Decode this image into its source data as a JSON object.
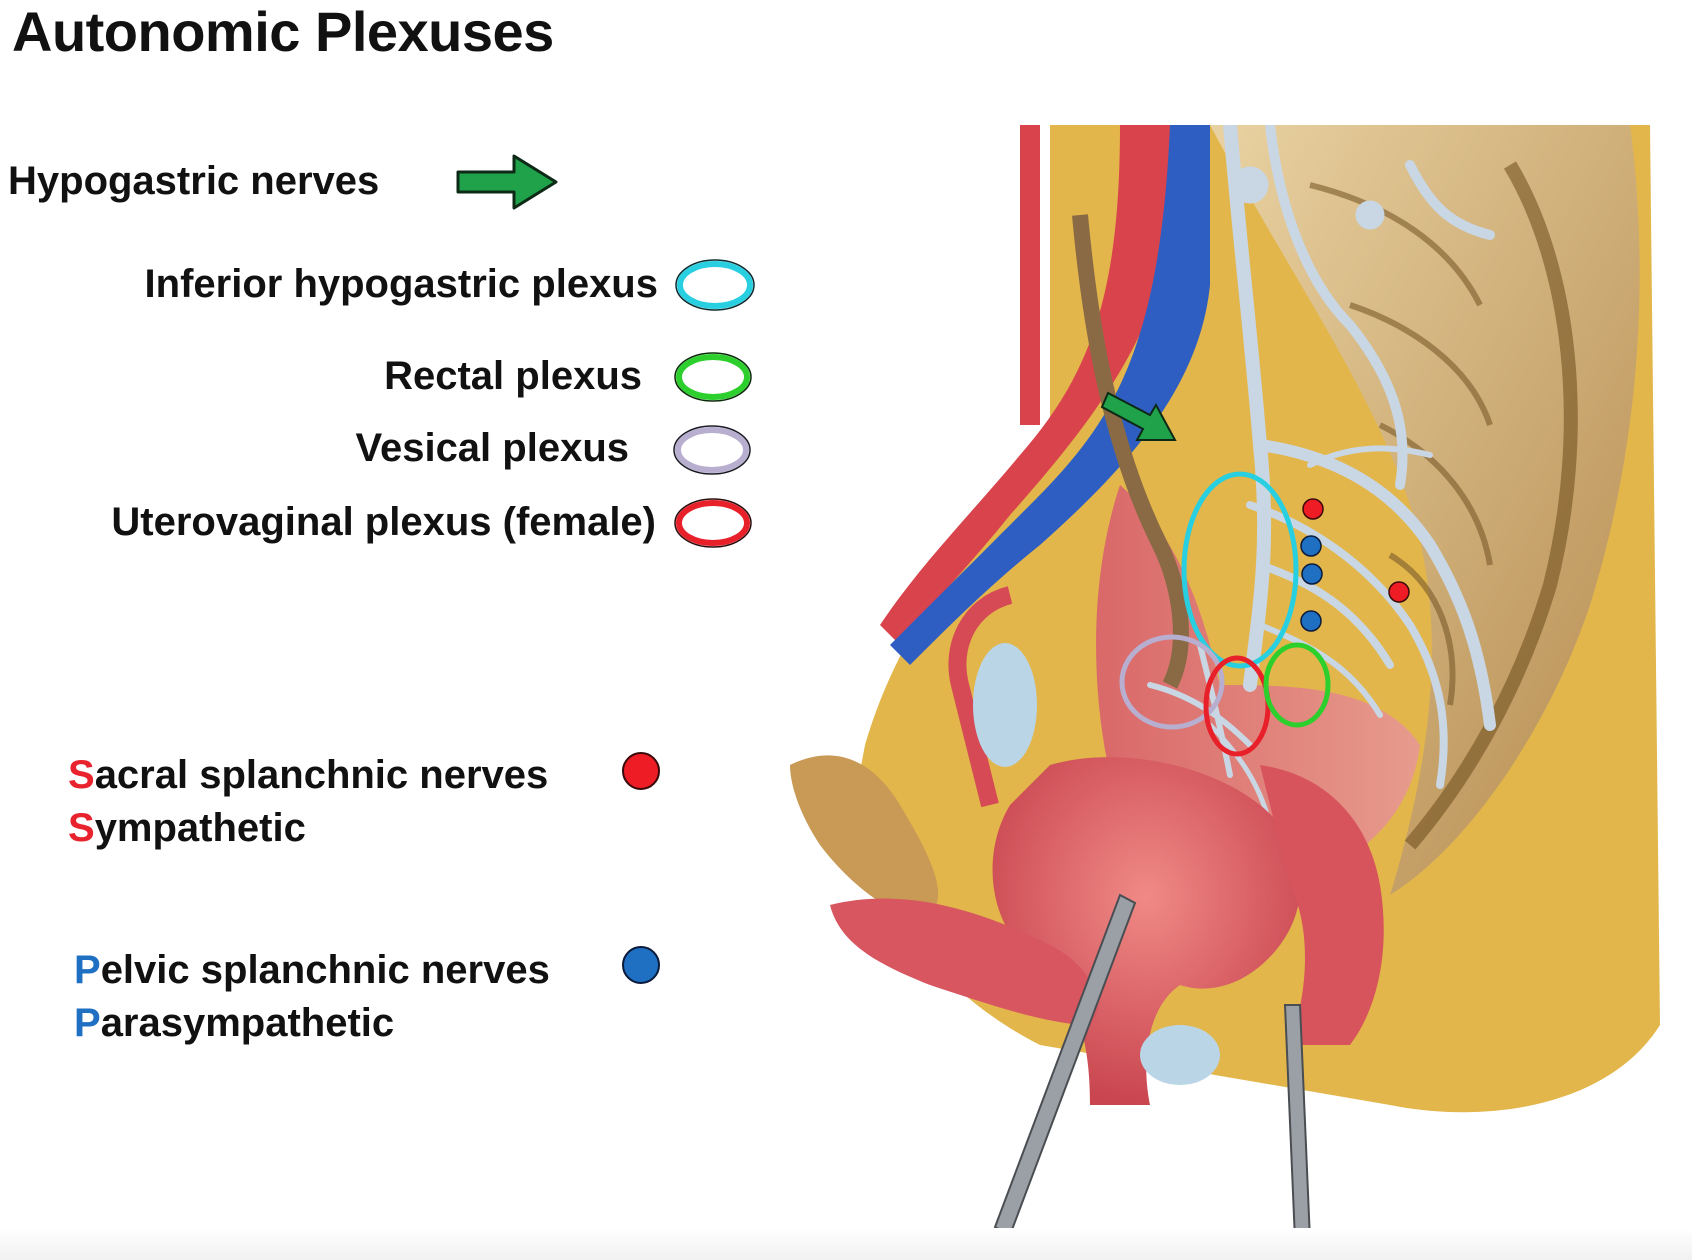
{
  "title": "Autonomic Plexuses",
  "legend": {
    "hypogastric_nerves": "Hypogastric nerves",
    "inferior_hypogastric_plexus": "Inferior hypogastric plexus",
    "rectal_plexus": "Rectal plexus",
    "vesical_plexus": "Vesical plexus",
    "uterovaginal_plexus": "Uterovaginal plexus (female)"
  },
  "nerves": {
    "sacral": {
      "initial": "S",
      "rest": "acral splanchnic nerves"
    },
    "sympathetic": {
      "initial": "S",
      "rest": "ympathetic"
    },
    "pelvic": {
      "initial": "P",
      "rest": "elvic splanchnic nerves"
    },
    "parasympathetic": {
      "initial": "P",
      "rest": "arasympathetic"
    }
  },
  "colors": {
    "arrow_green": "#1fa24a",
    "inferior_hypogastric_cyan": "#27cfe0",
    "rectal_green": "#2ccf2c",
    "vesical_lavender": "#b8aed0",
    "uterovaginal_red": "#e8202a",
    "sympathetic_dot_red": "#ee1c24",
    "parasympathetic_dot_blue": "#1f6fc2"
  },
  "icons": {
    "hypogastric_marker": "green-arrow-icon",
    "sympathetic_marker": "red-dot-icon",
    "parasympathetic_marker": "blue-dot-icon"
  }
}
